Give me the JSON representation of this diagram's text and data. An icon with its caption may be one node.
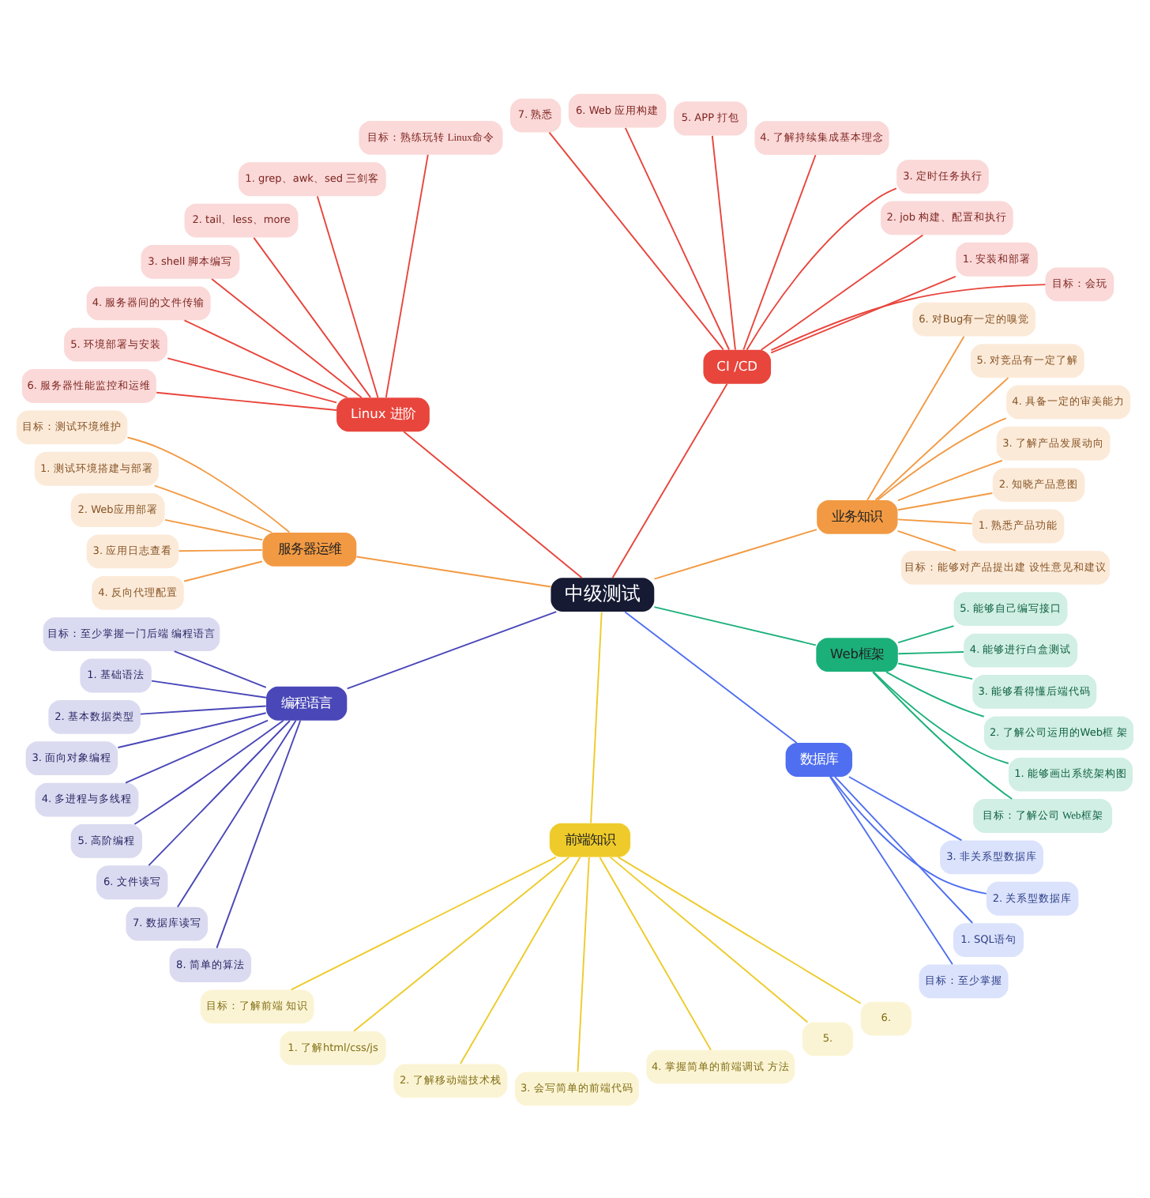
{
  "diagram": {
    "nodes": [
      {
        "text": [
          "中级测试"
        ]
      },
      {
        "text": [
          "业务知识"
        ]
      },
      {
        "text": [
          "目标：能够对产品提出建 设性意见和建议"
        ]
      },
      {
        "text": [
          "1. 熟悉产品功能"
        ]
      },
      {
        "text": [
          "2. 知晓产品意图"
        ]
      },
      {
        "text": [
          "3. 了解产品发展动向"
        ]
      },
      {
        "text": [
          "4. 具备一定的审美能力"
        ]
      },
      {
        "text": [
          "5. 对竞品有一定了解"
        ]
      },
      {
        "text": [
          "6. 对Bug有一定的嗅觉"
        ]
      },
      {
        "text": [
          "CI /CD"
        ]
      },
      {
        "text": [
          "目标：会玩"
        ]
      },
      {
        "text": [
          "1. 安装和部署"
        ]
      },
      {
        "text": [
          "2. job 构建、配置和执行"
        ]
      },
      {
        "text": [
          "3. 定时任务执行"
        ]
      },
      {
        "text": [
          "4. 了解持续集成基本理念"
        ]
      },
      {
        "text": [
          "5. APP 打包"
        ]
      },
      {
        "text": [
          "6. Web 应用构建"
        ]
      },
      {
        "text": [
          "7. 熟悉"
        ]
      },
      {
        "text": [
          "Linux 进阶"
        ]
      },
      {
        "text": [
          "目标：熟练玩转 Linux命令"
        ]
      },
      {
        "text": [
          "1. grep、awk、sed 三剑客"
        ]
      },
      {
        "text": [
          "2. tail、less、more"
        ]
      },
      {
        "text": [
          "3. shell 脚本编写"
        ]
      },
      {
        "text": [
          "4. 服务器间的文件传输"
        ]
      },
      {
        "text": [
          "5. 环境部署与安装"
        ]
      },
      {
        "text": [
          "6. 服务器性能监控和运维"
        ]
      },
      {
        "text": [
          "服务器运维"
        ]
      },
      {
        "text": [
          "目标：测试环境维护"
        ]
      },
      {
        "text": [
          "1. 测试环境搭建与部署"
        ]
      },
      {
        "text": [
          "2. Web应用部署"
        ]
      },
      {
        "text": [
          "3. 应用日志查看"
        ]
      },
      {
        "text": [
          "4. 反向代理配置"
        ]
      },
      {
        "text": [
          "编程语言"
        ]
      },
      {
        "text": [
          "目标：至少掌握一门后端 编程语言"
        ]
      },
      {
        "text": [
          "1. 基础语法"
        ]
      },
      {
        "text": [
          "2. 基本数据类型"
        ]
      },
      {
        "text": [
          "3. 面向对象编程"
        ]
      },
      {
        "text": [
          "4. 多进程与多线程"
        ]
      },
      {
        "text": [
          "5. 高阶编程"
        ]
      },
      {
        "text": [
          "6. 文件读写"
        ]
      },
      {
        "text": [
          "7. 数据库读写"
        ]
      },
      {
        "text": [
          "8. 简单的算法"
        ]
      },
      {
        "text": [
          "前端知识"
        ]
      },
      {
        "text": [
          "目标：了解前端 知识"
        ]
      },
      {
        "text": [
          "1. 了解html/css/js"
        ]
      },
      {
        "text": [
          "2. 了解移动端技术栈"
        ]
      },
      {
        "text": [
          "3. 会写简单的前端代码"
        ]
      },
      {
        "text": [
          "4. 掌握简单的前端调试 方法"
        ]
      },
      {
        "text": [
          "5."
        ]
      },
      {
        "text": [
          "6."
        ]
      },
      {
        "text": [
          "数据库"
        ]
      },
      {
        "text": [
          "目标：至少掌握"
        ]
      },
      {
        "text": [
          "1. SQL语句"
        ]
      },
      {
        "text": [
          "2. 关系型数据库"
        ]
      },
      {
        "text": [
          "3. 非关系型数据库"
        ]
      },
      {
        "text": [
          "Web框架"
        ]
      },
      {
        "text": [
          "目标：了解公司 Web框架"
        ]
      },
      {
        "text": [
          "1. 能够画出系统架构图"
        ]
      },
      {
        "text": [
          "2. 了解公司运用的Web框 架"
        ]
      },
      {
        "text": [
          "3. 能够看得懂后端代码"
        ]
      },
      {
        "text": [
          "4. 能够进行白盒测试"
        ]
      },
      {
        "text": [
          "5. 能够自己编写接口"
        ]
      }
    ],
    "edges": [
      {
        "from": 0,
        "to": 1,
        "arrow": "none",
        "color": "#f29a43"
      },
      {
        "from": 1,
        "to": 2,
        "arrow": "none",
        "color": "#f29a43"
      },
      {
        "from": 1,
        "to": 3,
        "arrow": "none",
        "color": "#f29a43"
      },
      {
        "from": 1,
        "to": 4,
        "arrow": "none",
        "color": "#f29a43"
      },
      {
        "from": 1,
        "to": 5,
        "arrow": "none",
        "color": "#f29a43"
      },
      {
        "from": 1,
        "to": 6,
        "arrow": "none",
        "color": "#f29a43"
      },
      {
        "from": 1,
        "to": 7,
        "arrow": "none",
        "color": "#f29a43"
      },
      {
        "from": 1,
        "to": 8,
        "arrow": "none",
        "color": "#f29a43"
      },
      {
        "from": 0,
        "to": 9,
        "arrow": "none",
        "color": "#e8453c"
      },
      {
        "from": 9,
        "to": 10,
        "arrow": "none",
        "color": "#e8453c"
      },
      {
        "from": 9,
        "to": 11,
        "arrow": "none",
        "color": "#e8453c"
      },
      {
        "from": 9,
        "to": 12,
        "arrow": "none",
        "color": "#e8453c"
      },
      {
        "from": 9,
        "to": 13,
        "arrow": "none",
        "color": "#e8453c"
      },
      {
        "from": 9,
        "to": 14,
        "arrow": "none",
        "color": "#e8453c"
      },
      {
        "from": 9,
        "to": 15,
        "arrow": "none",
        "color": "#e8453c"
      },
      {
        "from": 9,
        "to": 16,
        "arrow": "none",
        "color": "#e8453c"
      },
      {
        "from": 9,
        "to": 17,
        "arrow": "none",
        "color": "#e8453c"
      },
      {
        "from": 0,
        "to": 18,
        "arrow": "none",
        "color": "#e8453c"
      },
      {
        "from": 18,
        "to": 19,
        "arrow": "none",
        "color": "#e8453c"
      },
      {
        "from": 18,
        "to": 20,
        "arrow": "none",
        "color": "#e8453c"
      },
      {
        "from": 18,
        "to": 21,
        "arrow": "none",
        "color": "#e8453c"
      },
      {
        "from": 18,
        "to": 22,
        "arrow": "none",
        "color": "#e8453c"
      },
      {
        "from": 18,
        "to": 23,
        "arrow": "none",
        "color": "#e8453c"
      },
      {
        "from": 18,
        "to": 24,
        "arrow": "none",
        "color": "#e8453c"
      },
      {
        "from": 18,
        "to": 25,
        "arrow": "none",
        "color": "#e8453c"
      },
      {
        "from": 0,
        "to": 26,
        "arrow": "none",
        "color": "#f29a43"
      },
      {
        "from": 26,
        "to": 27,
        "arrow": "none",
        "color": "#f29a43"
      },
      {
        "from": 26,
        "to": 28,
        "arrow": "none",
        "color": "#f29a43"
      },
      {
        "from": 26,
        "to": 29,
        "arrow": "none",
        "color": "#f29a43"
      },
      {
        "from": 26,
        "to": 30,
        "arrow": "none",
        "color": "#f29a43"
      },
      {
        "from": 26,
        "to": 31,
        "arrow": "none",
        "color": "#f29a43"
      },
      {
        "from": 0,
        "to": 32,
        "arrow": "none",
        "color": "#4a47b8"
      },
      {
        "from": 32,
        "to": 33,
        "arrow": "none",
        "color": "#4a47b8"
      },
      {
        "from": 32,
        "to": 34,
        "arrow": "none",
        "color": "#4a47b8"
      },
      {
        "from": 32,
        "to": 35,
        "arrow": "none",
        "color": "#4a47b8"
      },
      {
        "from": 32,
        "to": 36,
        "arrow": "none",
        "color": "#4a47b8"
      },
      {
        "from": 32,
        "to": 37,
        "arrow": "none",
        "color": "#4a47b8"
      },
      {
        "from": 32,
        "to": 38,
        "arrow": "none",
        "color": "#4a47b8"
      },
      {
        "from": 32,
        "to": 39,
        "arrow": "none",
        "color": "#4a47b8"
      },
      {
        "from": 32,
        "to": 40,
        "arrow": "none",
        "color": "#4a47b8"
      },
      {
        "from": 32,
        "to": 41,
        "arrow": "none",
        "color": "#4a47b8"
      },
      {
        "from": 0,
        "to": 42,
        "arrow": "none",
        "color": "#eecb2a"
      },
      {
        "from": 42,
        "to": 43,
        "arrow": "none",
        "color": "#eecb2a"
      },
      {
        "from": 42,
        "to": 44,
        "arrow": "none",
        "color": "#eecb2a"
      },
      {
        "from": 42,
        "to": 45,
        "arrow": "none",
        "color": "#eecb2a"
      },
      {
        "from": 42,
        "to": 46,
        "arrow": "none",
        "color": "#eecb2a"
      },
      {
        "from": 42,
        "to": 47,
        "arrow": "none",
        "color": "#eecb2a"
      },
      {
        "from": 42,
        "to": 48,
        "arrow": "none",
        "color": "#eecb2a"
      },
      {
        "from": 42,
        "to": 49,
        "arrow": "none",
        "color": "#eecb2a"
      },
      {
        "from": 0,
        "to": 50,
        "arrow": "none",
        "color": "#4f6ff0"
      },
      {
        "from": 50,
        "to": 51,
        "arrow": "none",
        "color": "#4f6ff0"
      },
      {
        "from": 50,
        "to": 52,
        "arrow": "none",
        "color": "#4f6ff0"
      },
      {
        "from": 50,
        "to": 53,
        "arrow": "none",
        "color": "#4f6ff0"
      },
      {
        "from": 50,
        "to": 54,
        "arrow": "none",
        "color": "#4f6ff0"
      },
      {
        "from": 0,
        "to": 55,
        "arrow": "none",
        "color": "#1bb07a"
      },
      {
        "from": 55,
        "to": 56,
        "arrow": "none",
        "color": "#1bb07a"
      },
      {
        "from": 55,
        "to": 57,
        "arrow": "none",
        "color": "#1bb07a"
      },
      {
        "from": 55,
        "to": 58,
        "arrow": "none",
        "color": "#1bb07a"
      },
      {
        "from": 55,
        "to": 59,
        "arrow": "none",
        "color": "#1bb07a"
      },
      {
        "from": 55,
        "to": 60,
        "arrow": "none",
        "color": "#1bb07a"
      },
      {
        "from": 55,
        "to": 61,
        "arrow": "none",
        "color": "#1bb07a"
      }
    ]
  }
}
